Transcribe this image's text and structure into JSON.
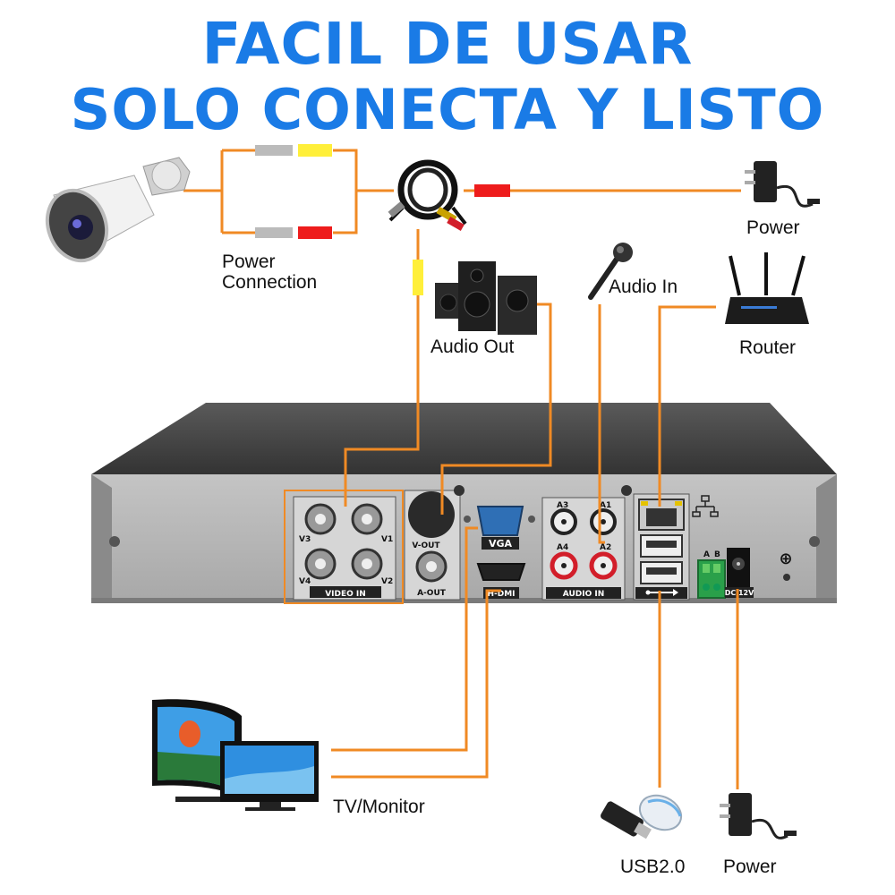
{
  "headline": {
    "line1": "FACIL DE USAR",
    "line2": "SOLO CONECTA Y LISTO"
  },
  "labels": {
    "power_connection": "Power\nConnection",
    "power_top": "Power",
    "audio_out": "Audio Out",
    "audio_in": "Audio In",
    "router": "Router",
    "tv_monitor": "TV/Monitor",
    "usb": "USB2.0",
    "power_bottom": "Power"
  },
  "panel": {
    "video_in": "VIDEO IN",
    "v1": "V1",
    "v2": "V2",
    "v3": "V3",
    "v4": "V4",
    "v_out": "V-OUT",
    "a_out": "A-OUT",
    "vga": "VGA",
    "hdmi": "H-DMI",
    "audio_in": "AUDIO IN",
    "a1": "A1",
    "a2": "A2",
    "a3": "A3",
    "a4": "A4",
    "rs485_a": "A",
    "rs485_b": "B",
    "dc12v": "DC 12V",
    "ground_symbol": "⊕"
  },
  "colors": {
    "headline": "#1a7be6",
    "wire": "#f08a24",
    "chassis_top": "#4a4a4a",
    "chassis_front": "#b4b4b4"
  },
  "icons": [
    "bullet-camera-icon",
    "bnc-cable-icon",
    "power-adapter-icon",
    "speaker-icon",
    "microphone-icon",
    "router-icon",
    "tv-icon",
    "usb-drive-icon",
    "mouse-icon"
  ]
}
